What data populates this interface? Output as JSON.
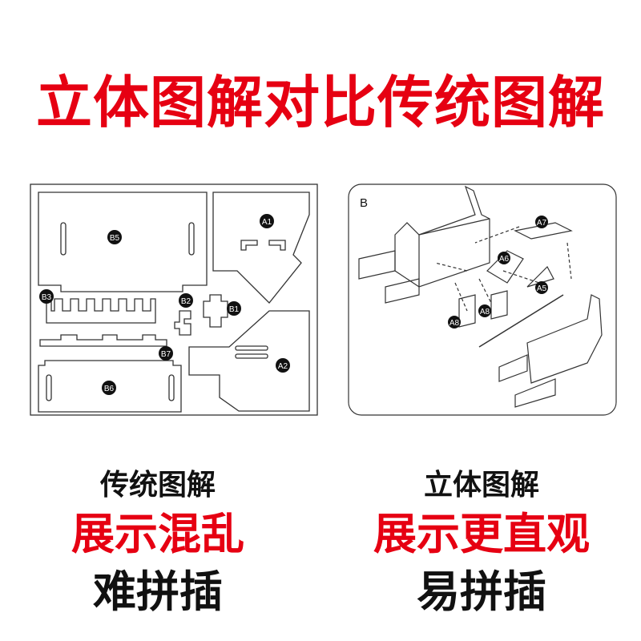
{
  "title": "立体图解对比传统图解",
  "traditional": {
    "part_labels": [
      "B5",
      "A1",
      "B3",
      "B2",
      "B1",
      "B7",
      "A2",
      "B6"
    ],
    "heading": "传统图解",
    "line1": "展示混乱",
    "line2": "难拼插"
  },
  "stereo": {
    "panel_label": "B",
    "part_labels": [
      "A7",
      "A6",
      "A5",
      "A8",
      "A8"
    ],
    "heading": "立体图解",
    "line1": "展示更直观",
    "line2": "易拼插"
  },
  "colors": {
    "accent": "#e60012",
    "text": "#111111"
  }
}
